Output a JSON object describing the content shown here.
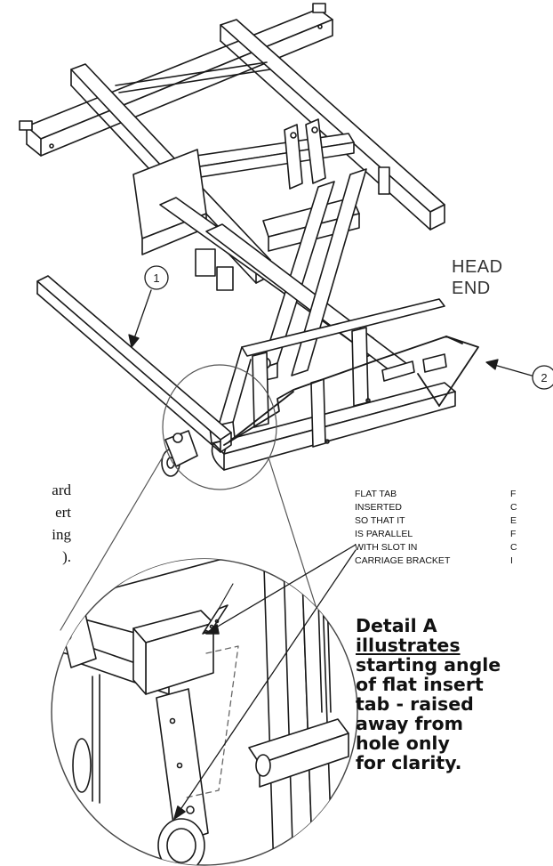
{
  "callouts": {
    "one": "1",
    "two": "2"
  },
  "head_end": {
    "line1": "HEAD",
    "line2": "END"
  },
  "note_flat_tab": {
    "lines": [
      "FLAT TAB",
      "INSERTED",
      "SO THAT IT",
      "IS PARALLEL",
      "WITH SLOT IN",
      "CARRIAGE BRACKET"
    ]
  },
  "note_clipped": {
    "lines": [
      "F",
      "C",
      "E",
      "F",
      "C",
      "I"
    ]
  },
  "left_fragment": {
    "lines": [
      "ard",
      "ert",
      "ing",
      ")."
    ]
  },
  "detail_caption": {
    "line1": "Detail A",
    "line2": "illustrates",
    "line3": "starting angle",
    "line4": "of flat insert",
    "line5": "tab - raised",
    "line6": "away from",
    "line7": "hole only",
    "line8": "for clarity."
  },
  "colors": {
    "line": "#1a1a1a",
    "light_line": "#555555",
    "dash": "#666666"
  }
}
